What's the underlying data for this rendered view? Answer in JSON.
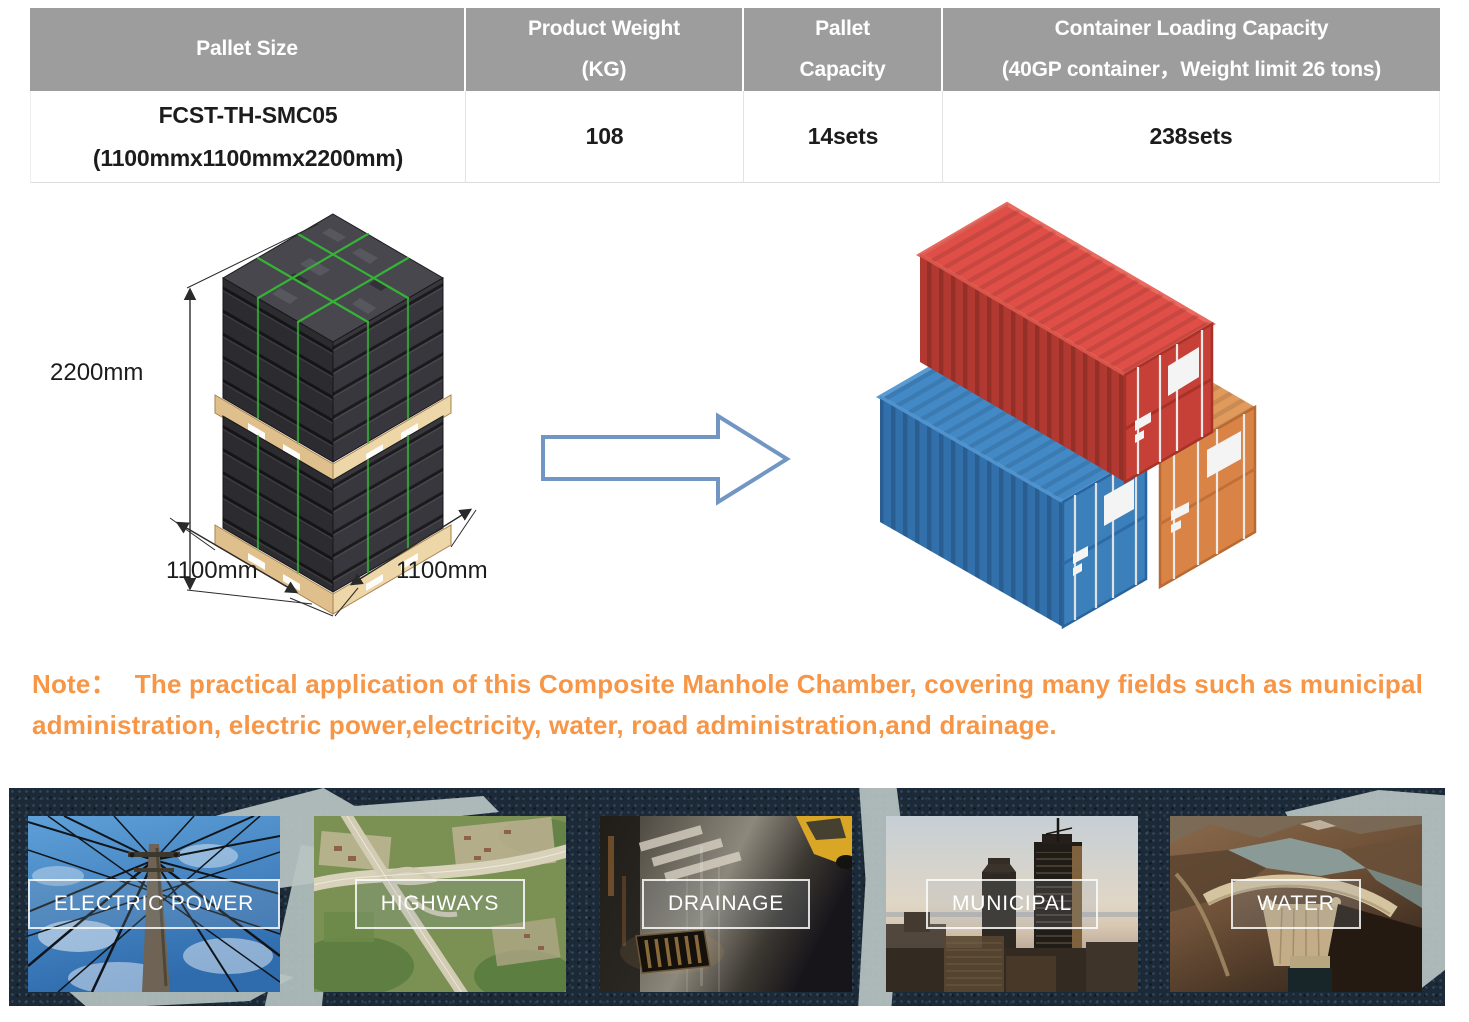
{
  "table": {
    "header": {
      "col1": "Pallet Size",
      "col2_line1": "Product Weight",
      "col2_line2": "(KG)",
      "col3_line1": "Pallet",
      "col3_line2": "Capacity",
      "col4_line1": "Container Loading Capacity",
      "col4_line2": "(40GP container，Weight limit 26 tons)"
    },
    "row": {
      "pallet_size_line1": "FCST-TH-SMC05",
      "pallet_size_line2": "(1100mmx1100mmx2200mm)",
      "product_weight": "108",
      "pallet_capacity": "14sets",
      "container_capacity": "238sets"
    }
  },
  "packing_figure": {
    "height_label": "2200mm",
    "width_label": "1100mm",
    "depth_label": "1100mm"
  },
  "note": {
    "prefix": "Note：",
    "body": "The practical application of this Composite Manhole Chamber, covering many fields such as municipal administration, electric power,electricity, water, road administration,and drainage."
  },
  "applications": {
    "items": [
      {
        "label": "ELECTRIC POWER"
      },
      {
        "label": "HIGHWAYS"
      },
      {
        "label": "DRAINAGE"
      },
      {
        "label": "MUNICIPAL"
      },
      {
        "label": "WATER"
      }
    ]
  },
  "colors": {
    "table_header_bg": "#9D9D9D",
    "note_orange": "#F79646",
    "arrow_blue": "#7296C4",
    "strap_green": "#36B336",
    "container_red": "#C0392F",
    "container_blue": "#3878B4",
    "container_orange": "#D98446",
    "pallet_wood": "#DFC08C",
    "strip_bg": "#1C2A38"
  }
}
